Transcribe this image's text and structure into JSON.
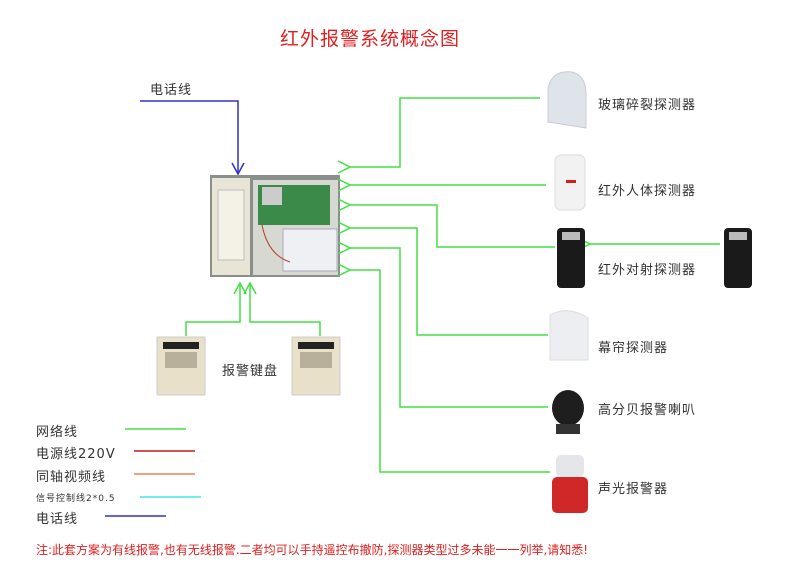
{
  "title": "红外报警系统概念图",
  "phone_line_label": "电话线",
  "keypad_label": "报警键盘",
  "devices": [
    {
      "label": "玻璃碎裂探测器"
    },
    {
      "label": "红外人体探测器"
    },
    {
      "label": "红外对射探测器"
    },
    {
      "label": "幕帘探测器"
    },
    {
      "label": "高分贝报警喇叭"
    },
    {
      "label": "声光报警器"
    }
  ],
  "legend": [
    {
      "label": "网络线",
      "color": "#44e044"
    },
    {
      "label": "电源线220V",
      "color": "#c01818"
    },
    {
      "label": "同轴视频线",
      "color": "#f08050"
    },
    {
      "label": "信号控制线2*0.5",
      "color": "#40e8e8"
    },
    {
      "label": "电话线",
      "color": "#3030c8"
    }
  ],
  "note": "注:此套方案为有线报警,也有无线报警.二者均可以手持遥控布撤防,探测器类型过多未能一一列举,请知悉!"
}
